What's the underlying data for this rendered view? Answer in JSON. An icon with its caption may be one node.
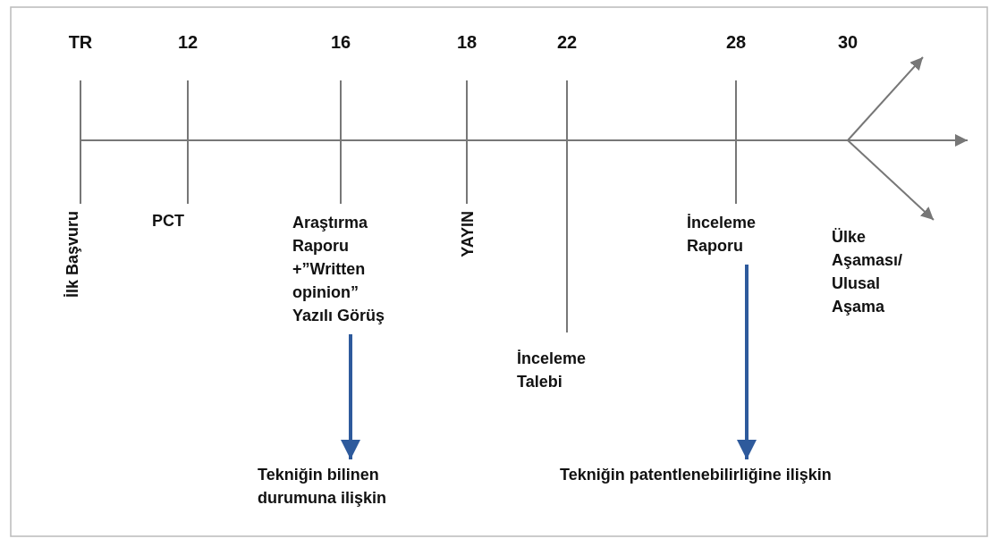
{
  "diagram": {
    "nodes": [
      {
        "text": [
          "Araştırma Raporu +”Written opinion” Yazılı Görüş"
        ]
      },
      {
        "text": [
          "Tekniğin bilinen durumuna ilişkin"
        ]
      },
      {
        "text": [
          "İnceleme Raporu"
        ]
      },
      {
        "text": [
          "Tekniğin patentlenebilirliğine ilişkin"
        ]
      }
    ],
    "edges": [
      {
        "from": 0,
        "to": 1,
        "arrow": "to"
      },
      {
        "from": 2,
        "to": 3,
        "arrow": "to"
      }
    ],
    "labels": [
      "TR",
      "12",
      "16",
      "18",
      "22",
      "28",
      "30",
      "İlk Başvuru",
      "PCT",
      "YAYIN",
      "İnceleme Talebi",
      "Ülke Aşaması/ Ulusal Aşama"
    ]
  }
}
